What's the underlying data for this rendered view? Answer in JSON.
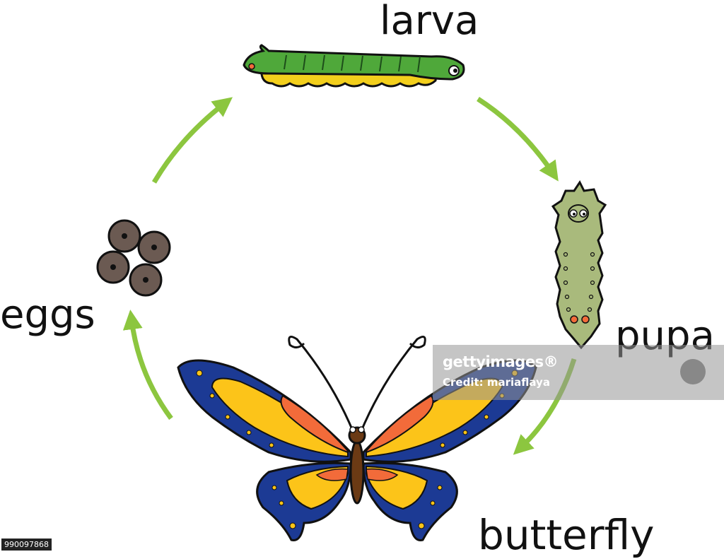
{
  "stages": {
    "larva": "larva",
    "pupa": "pupa",
    "eggs": "eggs",
    "butterfly": "butterfly"
  },
  "watermark": {
    "logo": "gettyimages®",
    "credit": "Credit: mariaflaya"
  },
  "image_id": "990097868",
  "colors": {
    "arrow": "#8cc63f",
    "larva_body": "#4fa83a",
    "larva_belly": "#f3cf1c",
    "pupa_body": "#a9ba7c",
    "egg": "#6b5a52",
    "wing_yellow": "#fcc419",
    "wing_orange": "#f26b3a",
    "wing_blue": "#1c3a94",
    "butterfly_body": "#6b3a14"
  }
}
